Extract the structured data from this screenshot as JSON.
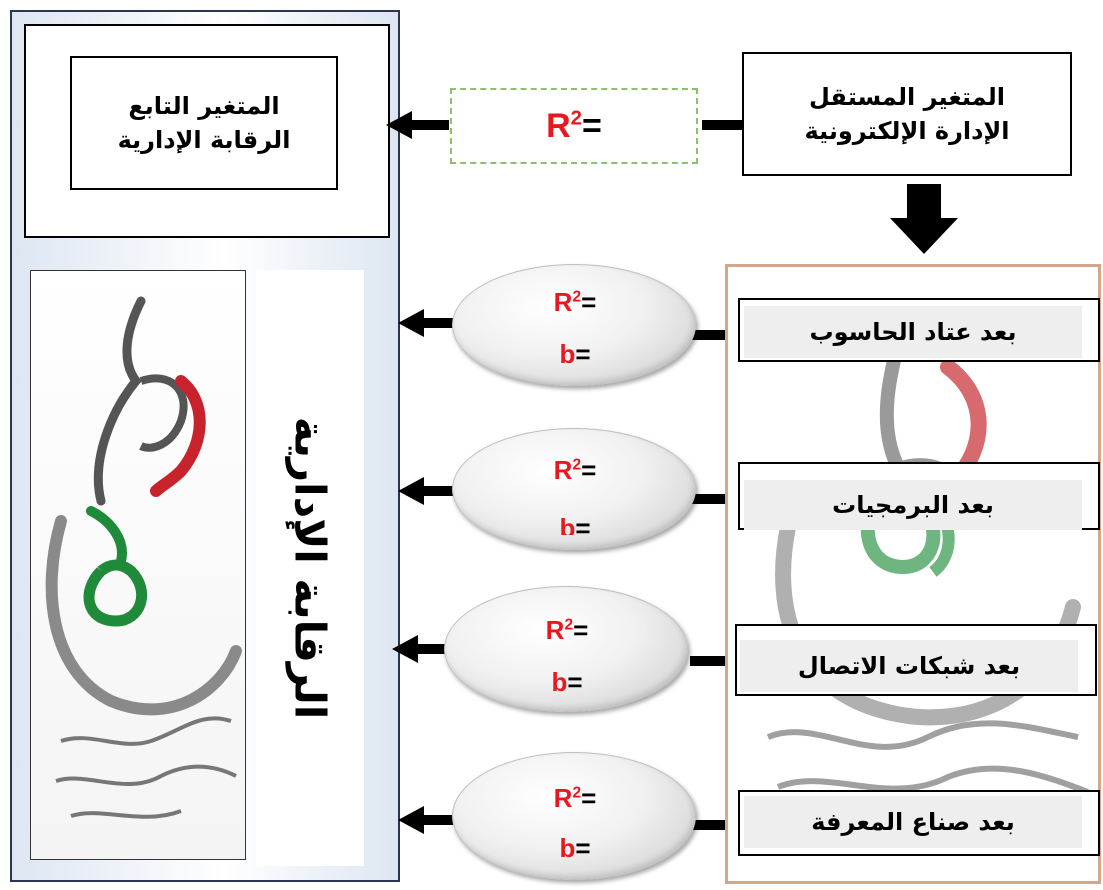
{
  "dependent_variable": {
    "title": "المتغير التابع",
    "name": "الرقابة الإدارية"
  },
  "independent_variable": {
    "title": "المتغير المستقل",
    "name": "الإدارة الإلكترونية"
  },
  "main_relation": {
    "r2_label": "R",
    "r2_exp": "2",
    "eq": "="
  },
  "vertical_label": "الرقابة الإدارية",
  "dimensions": [
    {
      "label": "بعد عتاد الحاسوب",
      "r2_label": "R",
      "r2_exp": "2",
      "b_label": "b",
      "eq": "="
    },
    {
      "label": "بعد البرمجيات",
      "r2_label": "R",
      "r2_exp": "2",
      "b_label": "b",
      "eq": "="
    },
    {
      "label": "بعد شبكات الاتصال",
      "r2_label": "R",
      "r2_exp": "2",
      "b_label": "b",
      "eq": "="
    },
    {
      "label": "بعد صناع المعرفة",
      "r2_label": "R",
      "r2_exp": "2",
      "b_label": "b",
      "eq": "="
    }
  ],
  "colors": {
    "accent_red": "#e8181f",
    "dash_green": "#8ac26c",
    "panel_blue": "#dde6f2",
    "panel_border_tan": "#d4a78a"
  }
}
